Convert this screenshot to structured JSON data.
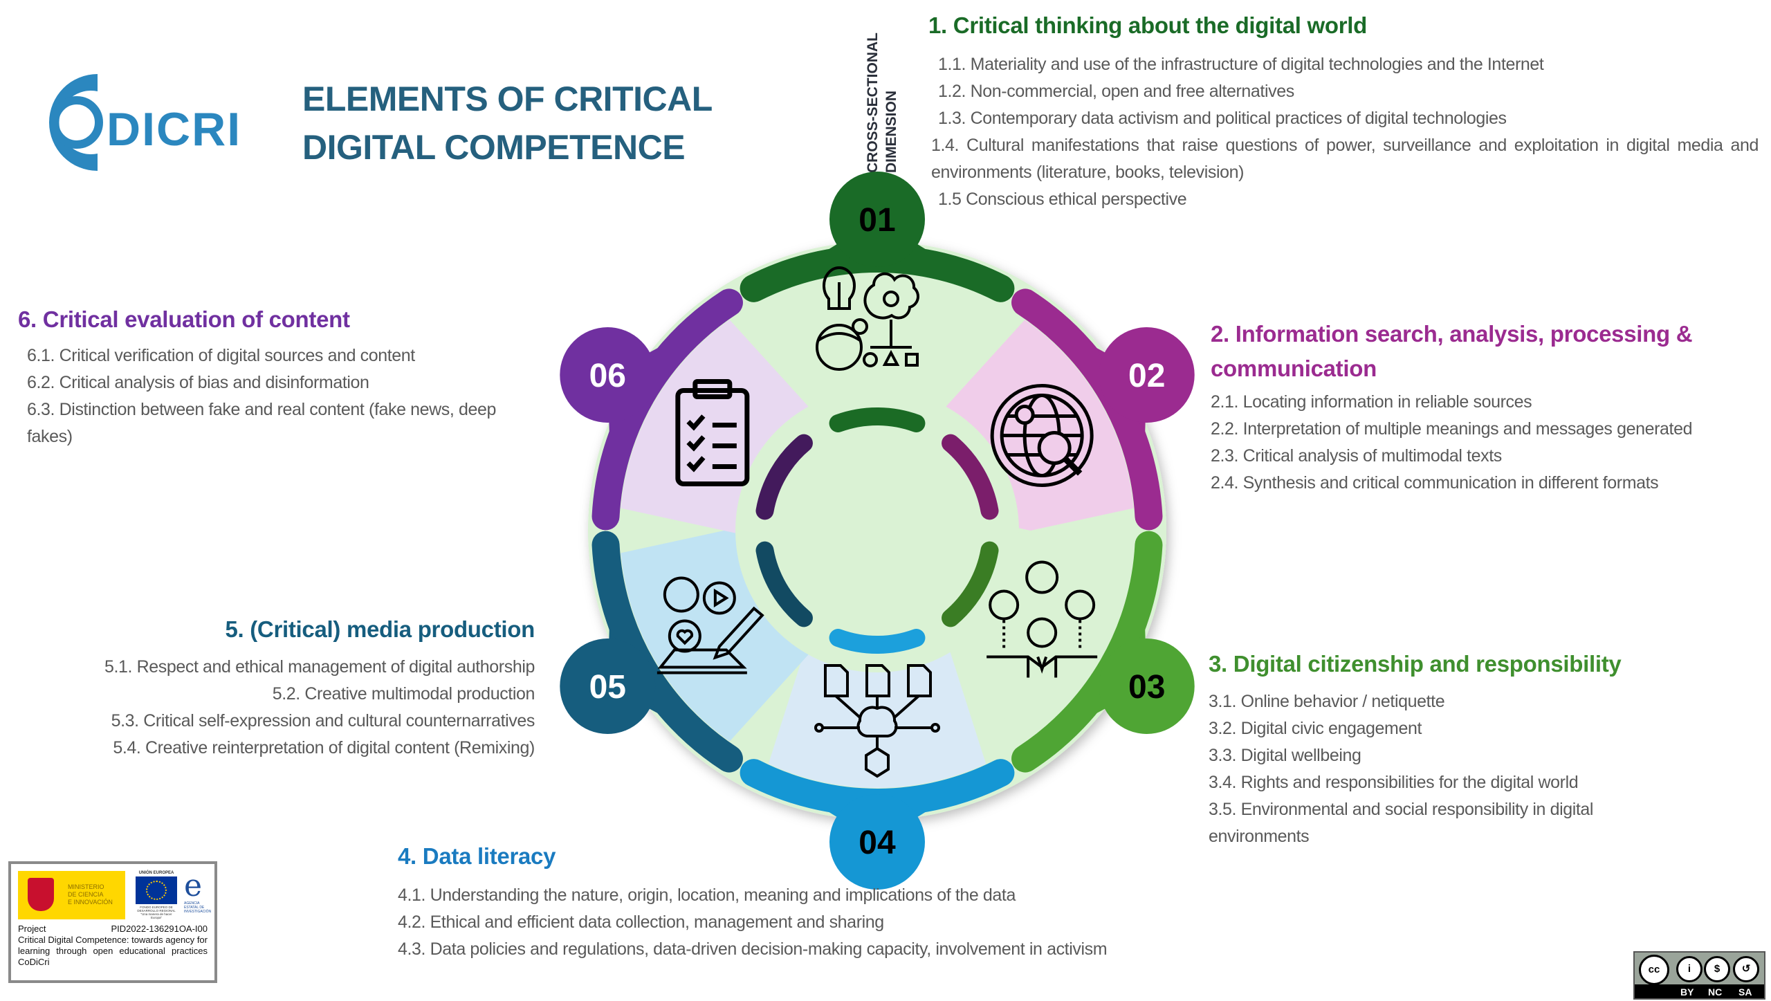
{
  "logo": {
    "text": "CODICRI",
    "color": "#2b87bf"
  },
  "title": {
    "line1": "ELEMENTS OF CRITICAL",
    "line2": "DIGITAL COMPETENCE"
  },
  "cross_sectional": {
    "line1": "CROSS-SECTIONAL",
    "line2": "DIMENSION"
  },
  "colors": {
    "background_circle": "#daf2d4"
  },
  "dimensions": [
    {
      "number": "01",
      "color": "#1a6b27",
      "inner": "#1b6b25",
      "sector": "#daf2d4",
      "number_color": "#000000",
      "icon": "brain-idea-network-icon",
      "heading": "1. Critical thinking about the digital world",
      "items": [
        "1.1. Materiality and use of the infrastructure of digital technologies and the Internet",
        "1.2. Non-commercial, open and free alternatives",
        "1.3. Contemporary data activism and political practices of digital technologies",
        "1.4. Cultural manifestations that raise questions of power, surveillance and exploitation in digital media and environments (literature, books, television)",
        "1.5 Conscious ethical perspective"
      ]
    },
    {
      "number": "02",
      "color": "#9b2b90",
      "inner": "#7b1e6b",
      "sector": "#f0cdea",
      "number_color": "#ffffff",
      "icon": "globe-search-icon",
      "heading": "2. Information search, analysis, processing & communication",
      "items": [
        "2.1. Locating information in reliable sources",
        "2.2. Interpretation of multiple meanings and messages generated",
        "2.3. Critical analysis of multimodal texts",
        "2.4. Synthesis and critical communication in different formats"
      ]
    },
    {
      "number": "03",
      "color": "#4fa534",
      "inner": "#3a7d24",
      "sector": "#daf2d4",
      "number_color": "#000000",
      "icon": "citizen-balance-icon",
      "heading": "3. Digital citizenship and responsibility",
      "items": [
        "3.1. Online behavior / netiquette",
        "3.2. Digital civic engagement",
        "3.3. Digital wellbeing",
        "3.4. Rights and responsibilities for the digital world",
        "3.5. Environmental and social responsibility in digital environments"
      ]
    },
    {
      "number": "04",
      "color": "#1597d4",
      "inner": "#1ca0dc",
      "sector": "#d9e9f6",
      "number_color": "#000000",
      "icon": "data-network-icon",
      "heading": "4. Data literacy",
      "items": [
        "4.1. Understanding the nature, origin, location, meaning and implications of the data",
        "4.2. Ethical and efficient data collection, management and sharing",
        "4.3. Data policies and regulations, data-driven decision-making capacity, involvement in activism"
      ]
    },
    {
      "number": "05",
      "color": "#165d7e",
      "inner": "#124a62",
      "sector": "#c0e3f3",
      "number_color": "#ffffff",
      "icon": "media-creation-icon",
      "heading": "5. (Critical) media production",
      "items": [
        "5.1. Respect and ethical management of digital authorship",
        "5.2. Creative multimodal production",
        "5.3. Critical self-expression and cultural counternarratives",
        "5.4. Creative reinterpretation of digital content (Remixing)"
      ]
    },
    {
      "number": "06",
      "color": "#7030a0",
      "inner": "#431a5c",
      "sector": "#e8d9f1",
      "number_color": "#ffffff",
      "icon": "checklist-clipboard-icon",
      "heading": "6. Critical evaluation of content",
      "items": [
        "6.1. Critical verification of digital sources and content",
        "6.2. Critical analysis of bias and disinformation",
        "6.3. Distinction between fake and real content (fake news, deep fakes)"
      ]
    }
  ],
  "funding": {
    "ministry": "MINISTERIO\nDE CIENCIA\nE INNOVACIÓN",
    "eu_label": "UNIÓN EUROPEA",
    "eu_fund": "FONDO EUROPEO DE DESARROLLO REGIONAL",
    "eu_motto": "\"Una manera de hacer Europa\"",
    "agency": "AGENCIA ESTATAL DE INVESTIGACIÓN",
    "project_label": "Project",
    "project_code": "PID2022-136291OA-I00",
    "project_title": "Critical Digital Competence: towards agency for learning through open educational practices CoDiCri"
  },
  "license": {
    "cc": "cc",
    "by": "BY",
    "nc": "NC",
    "sa": "SA"
  }
}
